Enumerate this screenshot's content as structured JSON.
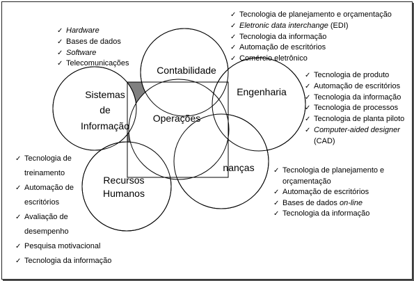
{
  "diagram": {
    "center": "Operações",
    "circles": {
      "sistemas": [
        "Sistemas",
        "de",
        "Informação"
      ],
      "contabilidade": "Contabilidade",
      "engenharia": "Engenharia",
      "financas": "nanças",
      "recursos": [
        "Recursos",
        "Humanos"
      ]
    }
  },
  "lists": {
    "sistemas": [
      {
        "text": "Hardware",
        "italic": true
      },
      {
        "text": "Bases de dados"
      },
      {
        "text": "Software",
        "italic": true
      },
      {
        "text": "Telecomunicações"
      }
    ],
    "contabilidade": [
      {
        "text": "Tecnologia de planejamento e orçamentação"
      },
      {
        "parts": [
          {
            "text": "Eletronic data interchange",
            "italic": true
          },
          {
            "text": " (EDI)"
          }
        ]
      },
      {
        "text": "Tecnologia da informação"
      },
      {
        "text": "Automação de escritórios"
      },
      {
        "text": "Comércio eletrônico"
      }
    ],
    "engenharia": [
      {
        "text": "Tecnologia de produto"
      },
      {
        "text": "Automação de escritórios"
      },
      {
        "text": "Tecnologia da informação"
      },
      {
        "text": "Tecnologia de processos"
      },
      {
        "text": "Tecnologia de planta piloto"
      },
      {
        "lines": [
          {
            "text": "Computer-aided designer",
            "italic": true
          },
          {
            "text": "(CAD)"
          }
        ]
      }
    ],
    "financas": [
      {
        "lines": [
          {
            "text": "Tecnologia de planejamento e"
          },
          {
            "text": "orçamentação"
          }
        ]
      },
      {
        "text": "Automação de escritórios"
      },
      {
        "parts": [
          {
            "text": "Bases de dados "
          },
          {
            "text": "on-line",
            "italic": true
          }
        ]
      },
      {
        "text": "Tecnologia da informação"
      }
    ],
    "recursos": [
      {
        "lines": [
          {
            "text": "Tecnologia de"
          },
          {
            "text": "treinamento"
          }
        ]
      },
      {
        "lines": [
          {
            "text": "Automação de"
          },
          {
            "text": "escritórios"
          }
        ]
      },
      {
        "lines": [
          {
            "text": "Avaliação de"
          },
          {
            "text": "desempenho"
          }
        ]
      },
      {
        "text": "Pesquisa motivacional"
      },
      {
        "text": "Tecnologia da informação"
      }
    ]
  }
}
